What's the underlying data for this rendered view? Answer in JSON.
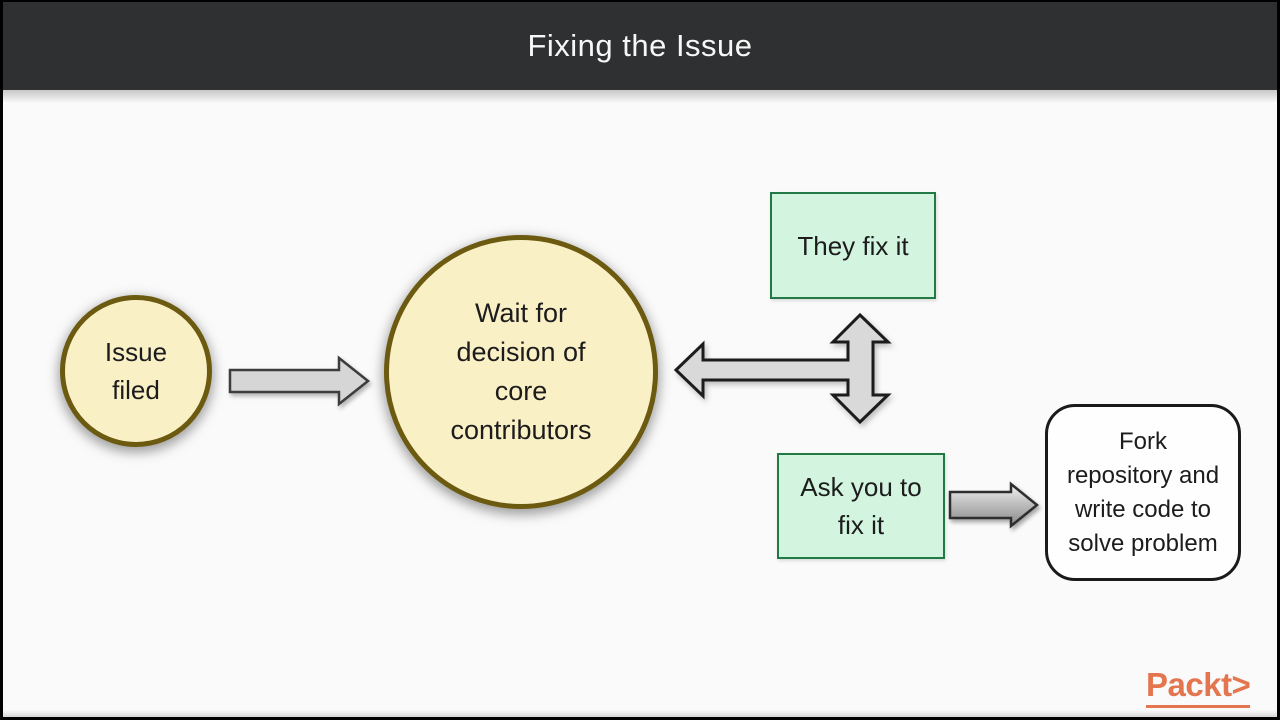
{
  "header": {
    "title": "Fixing the Issue"
  },
  "diagram": {
    "issue_filed": {
      "label": "Issue filed"
    },
    "wait_decision": {
      "label": "Wait for decision of core contributors"
    },
    "they_fix": {
      "label": "They fix it"
    },
    "ask_you": {
      "label": "Ask you to fix it"
    },
    "fork_repo": {
      "label": "Fork repository and write code to solve problem"
    },
    "connectors": [
      {
        "name": "issue-to-wait",
        "type": "right-arrow"
      },
      {
        "name": "wait-to-outcomes",
        "type": "left-up-down-arrow"
      },
      {
        "name": "ask-to-fork",
        "type": "right-arrow"
      }
    ],
    "colors": {
      "circle_fill": "#faf0c6",
      "circle_border": "#6b5a10",
      "green_box_fill": "#d3f5e0",
      "green_box_border": "#217a46",
      "arrow_fill": "#d9d9d9",
      "arrow_outline": "#2a2a2a",
      "result_box_fill": "#fefefe",
      "result_box_border": "#1a1a1a",
      "header_bg": "#2f3031",
      "slide_bg": "#fafafa",
      "brand_orange": "#e4764f"
    }
  },
  "footer": {
    "brand": "Packt>"
  }
}
